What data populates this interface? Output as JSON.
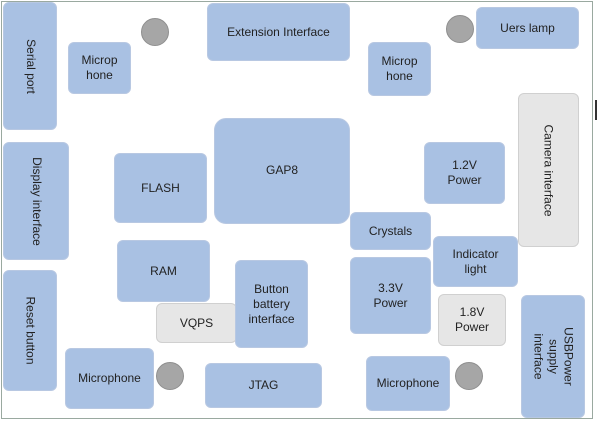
{
  "blocks": {
    "serial_port": "Serial port",
    "display_interface": "Display interface",
    "reset_button": "Reset button",
    "microphone_top_left": "Microp hone",
    "microphone_top_right": "Microp hone",
    "extension_interface": "Extension Interface",
    "users_lamp": "Uers lamp",
    "gap8": "GAP8",
    "flash": "FLASH",
    "ram": "RAM",
    "vqps": "VQPS",
    "button_battery": "Button battery interface",
    "power_1v2": "1.2V Power",
    "camera_interface": "Camera interface",
    "crystals": "Crystals",
    "indicator_light": "Indicator light",
    "power_3v3": "3.3V Power",
    "power_1v8": "1.8V Power",
    "usb_power": "USBPower supply interface",
    "microphone_bottom_left": "Microphone",
    "jtag": "JTAG",
    "microphone_bottom_right": "Microphone"
  },
  "colors": {
    "block": "#a9c1e3",
    "block_gray": "#e6e6e6",
    "circle": "#a6a6a6"
  }
}
